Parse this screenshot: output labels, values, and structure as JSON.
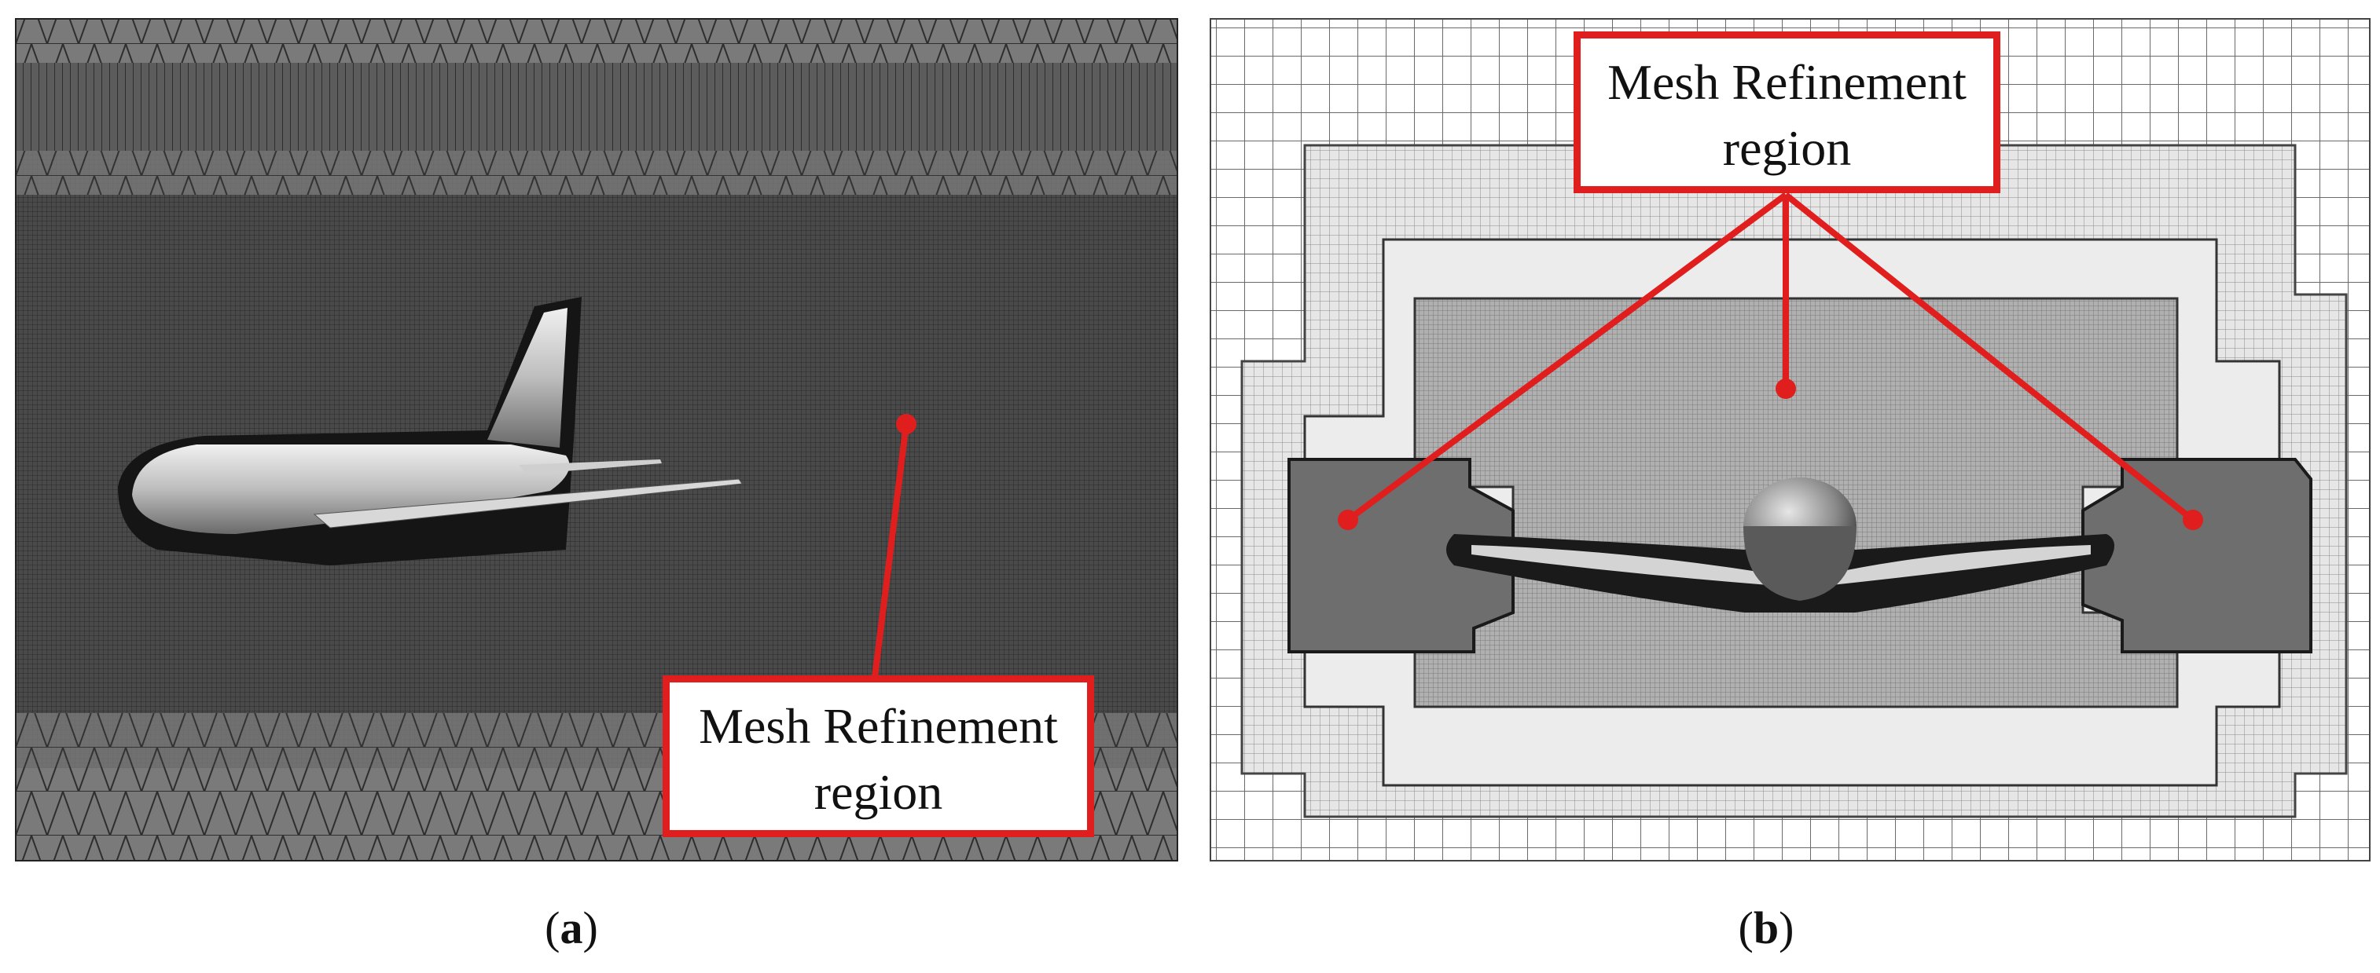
{
  "panels": [
    {
      "id": "a",
      "caption_prefix": "(",
      "caption_letter": "a",
      "caption_suffix": ")",
      "callout": {
        "line1": "Mesh Refinement",
        "line2": "region"
      }
    },
    {
      "id": "b",
      "caption_prefix": "(",
      "caption_letter": "b",
      "caption_suffix": ")",
      "callout": {
        "line1": "Mesh Refinement",
        "line2": "region"
      }
    }
  ],
  "colors": {
    "callout_red": "#e01e1e",
    "mesh_dark": "#3f3f3f",
    "mesh_mid": "#6a6a6a",
    "mesh_light": "#9a9a9a",
    "background": "#ffffff"
  }
}
